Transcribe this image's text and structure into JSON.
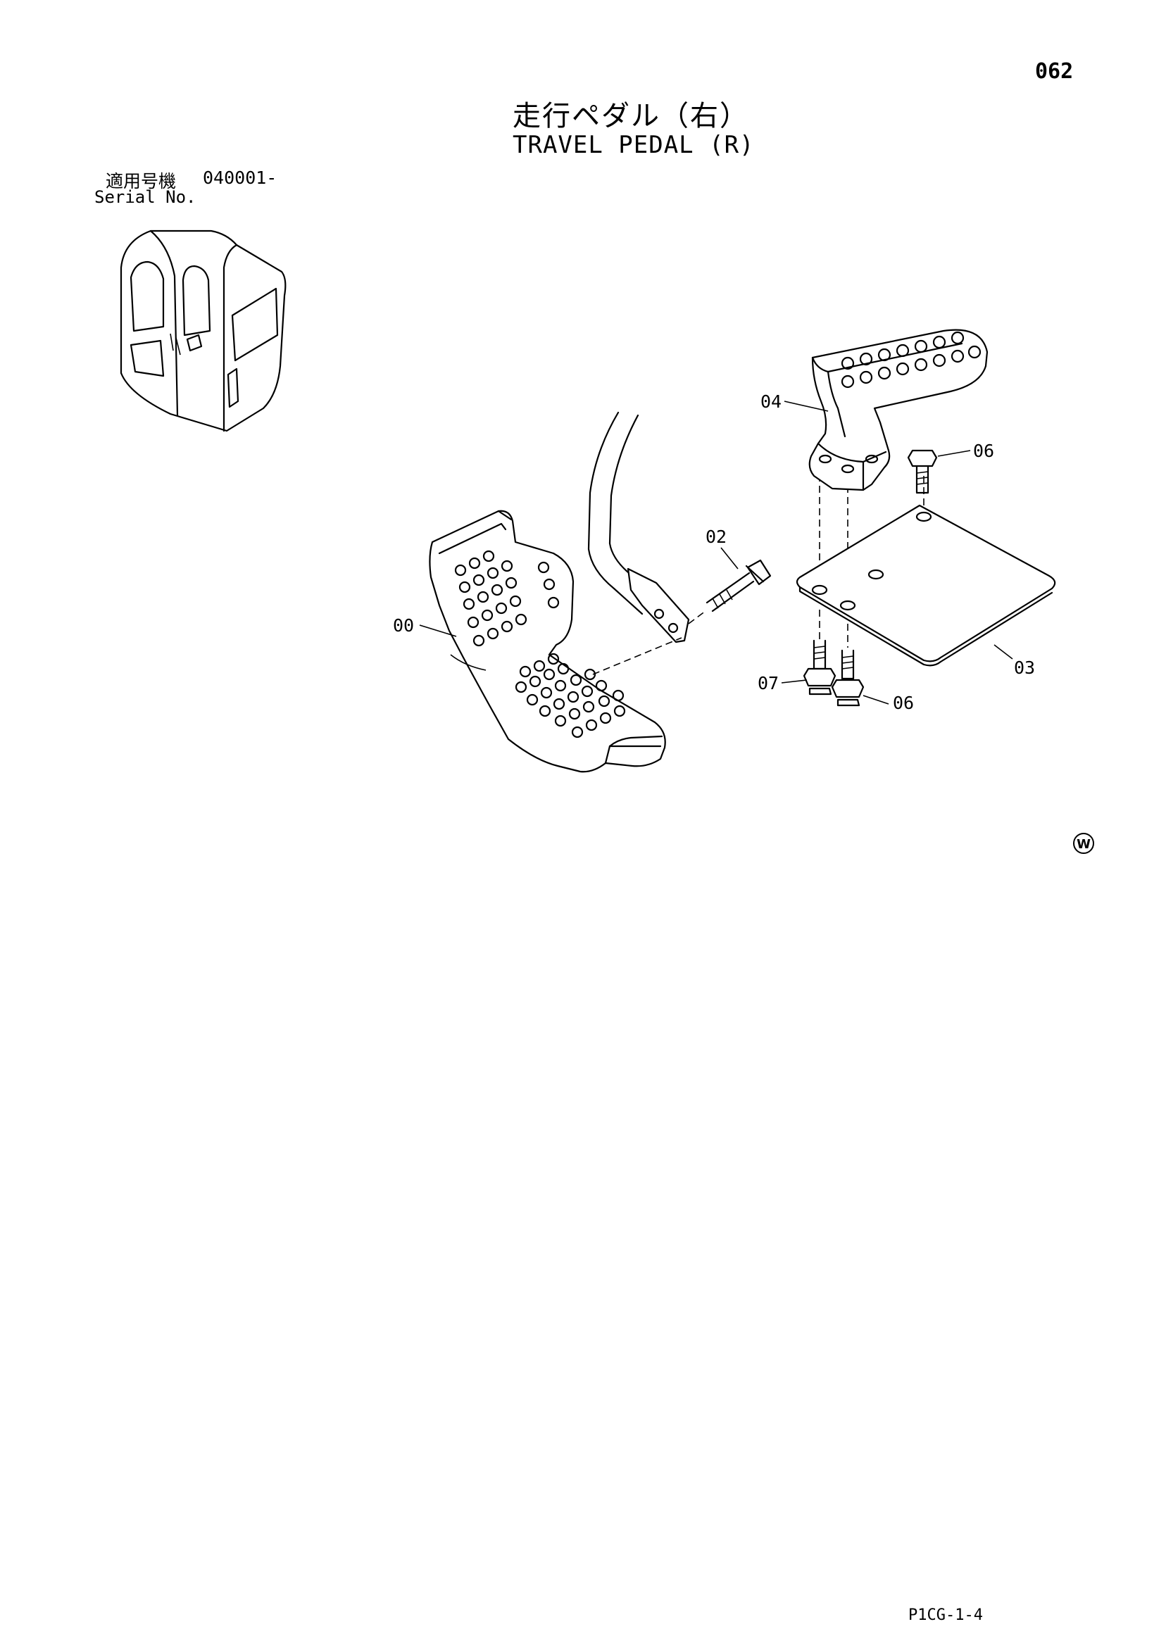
{
  "page_number": "062",
  "title": {
    "japanese": "走行ペダル（右）",
    "english": "TRAVEL PEDAL (R)"
  },
  "serial": {
    "label_jp": "適用号機",
    "value": "040001-",
    "label_en": "Serial No."
  },
  "parts": {
    "p00": "00",
    "p02": "02",
    "p03": "03",
    "p04": "04",
    "p06_top": "06",
    "p06_bottom": "06",
    "p07": "07"
  },
  "mark": "W",
  "drawing_code": "P1CG-1-4"
}
